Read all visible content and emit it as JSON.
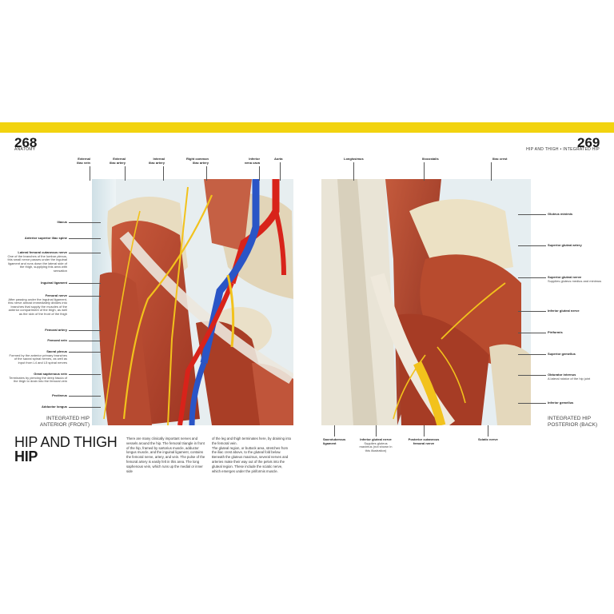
{
  "left_page": {
    "page_number": "268",
    "running_head": "ANATOMY",
    "caption_line1": "INTEGRATED HIP",
    "caption_line2": "ANTERIOR (FRONT)",
    "top_labels": [
      {
        "text": "External\niliac vein"
      },
      {
        "text": "External\niliac artery"
      },
      {
        "text": "Internal\niliac artery"
      },
      {
        "text": "Right common\niliac artery"
      },
      {
        "text": "Inferior\nvena cava"
      },
      {
        "text": "Aorta"
      }
    ],
    "side_labels": [
      {
        "title": "Iliacus",
        "desc": ""
      },
      {
        "title": "Anterior superior iliac spine",
        "desc": ""
      },
      {
        "title": "Lateral femoral cutaneous nerve",
        "desc": "One of the branches of the lumbar plexus, this small nerve passes under the inguinal ligament and runs down the lateral side of the thigh, supplying this area with sensation"
      },
      {
        "title": "Inguinal ligament",
        "desc": ""
      },
      {
        "title": "Femoral nerve",
        "desc": "After passing under the inguinal ligament, this nerve almost immediately divides into branches that supply the muscles of the anterior compartment of the thigh, as well as the skin of the front of the thigh"
      },
      {
        "title": "Femoral artery",
        "desc": ""
      },
      {
        "title": "Femoral vein",
        "desc": ""
      },
      {
        "title": "Sacral plexus",
        "desc": "Formed by the anterior primary branches of the sacral spinal nerves, as well as input from L4 and L5 spinal nerves"
      },
      {
        "title": "Great saphenous vein",
        "desc": "Terminates by piercing the deep fascia of the thigh to drain into the femoral vein"
      },
      {
        "title": "Pectineus",
        "desc": ""
      },
      {
        "title": "Adductor longus",
        "desc": ""
      }
    ]
  },
  "right_page": {
    "page_number": "269",
    "running_head": "HIP AND THIGH • INTEGRATED HIP",
    "caption_line1": "INTEGRATED HIP",
    "caption_line2": "POSTERIOR (BACK)",
    "top_labels": [
      {
        "text": "Longissimus"
      },
      {
        "text": "Iliocostalis"
      },
      {
        "text": "Iliac crest"
      }
    ],
    "side_labels": [
      {
        "title": "Gluteus minimis",
        "desc": ""
      },
      {
        "title": "Superior gluteal artery",
        "desc": ""
      },
      {
        "title": "Superior gluteal nerve",
        "desc": "Supplies gluteus medius and minimus"
      },
      {
        "title": "Inferior gluteal nerve",
        "desc": ""
      },
      {
        "title": "Piriformis",
        "desc": ""
      },
      {
        "title": "Superior gemellus",
        "desc": ""
      },
      {
        "title": "Obturator internus",
        "desc": "A lateral rotator of the hip joint"
      },
      {
        "title": "Inferior gemellus",
        "desc": ""
      }
    ],
    "bottom_labels": [
      {
        "title": "Sacrotuberous\nligament",
        "desc": ""
      },
      {
        "title": "Inferior gluteal nerve",
        "desc": "Supplies gluteus maximus (not shown in this illustration)"
      },
      {
        "title": "Posterior cutaneous\nfemoral nerve",
        "desc": ""
      },
      {
        "title": "Sciatic nerve",
        "desc": ""
      }
    ]
  },
  "article": {
    "title_regular": "HIP AND THIGH",
    "title_bold": "HIP",
    "columns": [
      "There are many clinically important nerves and vessels around the hip. The femoral triangle in front of the hip, framed by sartorius muscle, adductor longus muscle, and the inguinal ligament, contains the femoral nerve, artery, and vein. The pulse of the femoral artery is easily felt in this area. The long saphenous vein, which runs up the medial or inner side",
      "of the leg and thigh terminates here, by draining into the femoral vein.\n  The gluteal region, or buttock area, stretches from the iliac crest above, to the gluteal fold below. Beneath the gluteus maximus, several nerves and arteries make their way out of the pelvis into the gluteal region. These include the sciatic nerve, which emerges under the piriformis muscle."
    ]
  },
  "colors": {
    "band": "#f2d30f",
    "muscle": "#b8452b",
    "bone": "#eee3c4",
    "nerve": "#f2c21c",
    "artery": "#d8231a",
    "vein": "#2a55c6"
  }
}
